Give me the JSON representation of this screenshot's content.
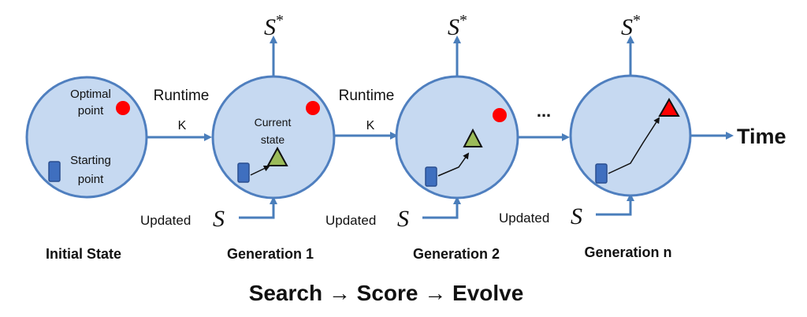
{
  "colors": {
    "circle_fill": "#c6d9f1",
    "circle_stroke": "#4f7fbf",
    "arrow": "#4a7ebb",
    "optimal_point": "#ff0000",
    "starting_point": "#3f6fbf",
    "current_state": "#9bbb59",
    "final_state": "#ff0000"
  },
  "icons": {
    "optimal_point": "red-circle",
    "starting_point": "blue-rectangle",
    "current_state": "green-triangle",
    "final_state": "red-triangle"
  },
  "labels": {
    "optimal_point_line1": "Optimal",
    "optimal_point_line2": "point",
    "starting_point_line1": "Starting",
    "starting_point_line2": "point",
    "current_state_line1": "Current",
    "current_state_line2": "state",
    "runtime_1": "Runtime",
    "k_1": "K",
    "runtime_2": "Runtime",
    "k_2": "K",
    "ellipsis": "...",
    "time": "Time",
    "output_1": "S",
    "output_2": "S",
    "output_3": "S",
    "output_superscript": "*",
    "updated_1": "Updated",
    "updated_2": "Updated",
    "updated_3": "Updated",
    "updated_symbol": "S"
  },
  "stages": [
    {
      "name": "Initial State"
    },
    {
      "name": "Generation 1"
    },
    {
      "name": "Generation 2"
    },
    {
      "name": "Generation n"
    }
  ],
  "caption": "Search → Score → Evolve"
}
